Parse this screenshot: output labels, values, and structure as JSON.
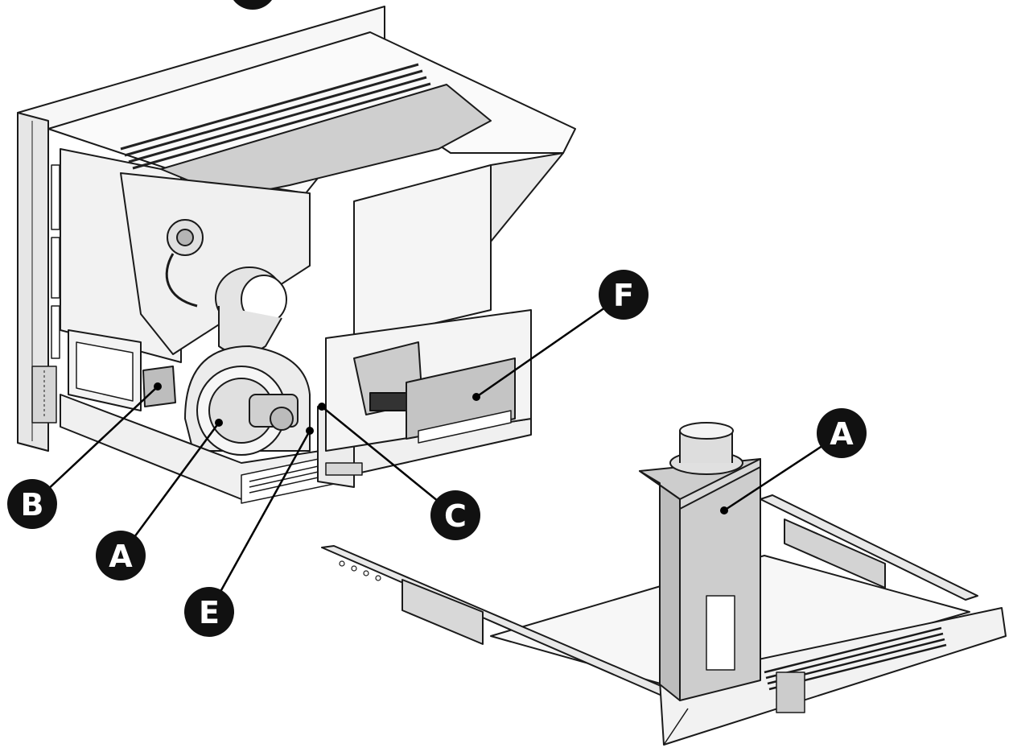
{
  "callouts": {
    "a_left": "A",
    "a_right": "A",
    "b": "B",
    "c": "C",
    "e": "E",
    "f": "F"
  },
  "colors": {
    "line": "#1a1a1a",
    "fill_light": "#f4f4f4",
    "fill_mid": "#d9d9d9",
    "fill_dark": "#bdbdbd",
    "callout": "#111111",
    "callout_text": "#ffffff"
  }
}
